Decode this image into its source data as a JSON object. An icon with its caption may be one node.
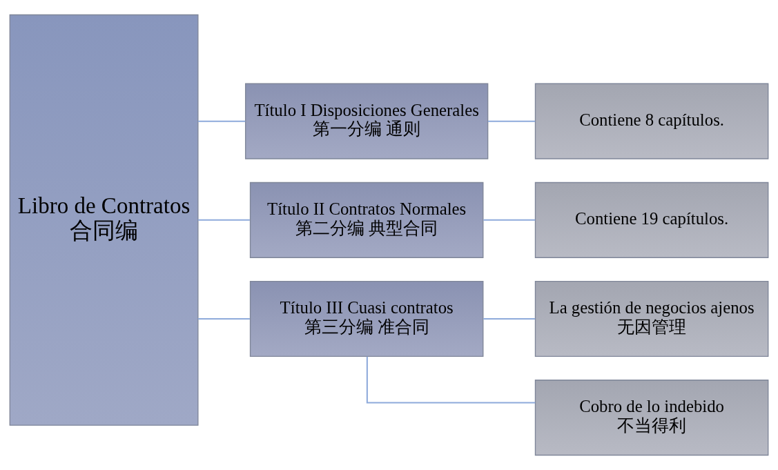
{
  "diagram": {
    "nodes": [
      {
        "text": [
          "Libro de Contratos",
          "合同编"
        ]
      },
      {
        "text": [
          "Título I Disposiciones Generales",
          "第一分编 通则"
        ]
      },
      {
        "text": [
          "Título II Contratos Normales",
          "第二分编 典型合同"
        ]
      },
      {
        "text": [
          "Título III Cuasi contratos",
          "第三分编 准合同"
        ]
      },
      {
        "text": [
          "Contiene 8 capítulos."
        ]
      },
      {
        "text": [
          "Contiene 19 capítulos."
        ]
      },
      {
        "text": [
          "La gestión de negocios ajenos",
          "无因管理"
        ]
      },
      {
        "text": [
          "Cobro de lo indebido",
          "不当得利"
        ]
      }
    ],
    "edges": [
      {
        "from": 0,
        "to": 1,
        "arrow": "none"
      },
      {
        "from": 0,
        "to": 2,
        "arrow": "none"
      },
      {
        "from": 0,
        "to": 3,
        "arrow": "none"
      },
      {
        "from": 1,
        "to": 4,
        "arrow": "none"
      },
      {
        "from": 2,
        "to": 5,
        "arrow": "none"
      },
      {
        "from": 3,
        "to": 6,
        "arrow": "none"
      },
      {
        "from": 3,
        "to": 7,
        "arrow": "none"
      }
    ]
  }
}
